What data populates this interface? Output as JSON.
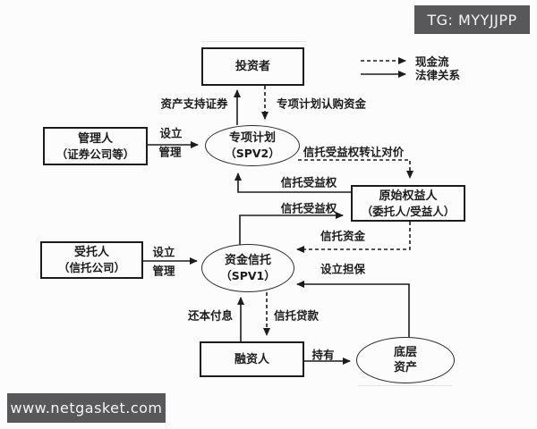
{
  "overlays": {
    "tg_badge": "TG: MYYJJPP",
    "watermark": "www.netgasket.com"
  },
  "legend": {
    "cash_flow": "现金流",
    "legal_relation": "法律关系"
  },
  "nodes": {
    "investors": {
      "lines": [
        "投资者"
      ]
    },
    "manager": {
      "lines": [
        "管理人",
        "（证券公司等）"
      ]
    },
    "spv2": {
      "lines": [
        "专项计划",
        "（SPV2）"
      ]
    },
    "original_holder": {
      "lines": [
        "原始权益人",
        "（委托人/受益人）"
      ]
    },
    "trustee": {
      "lines": [
        "受托人",
        "（信托公司）"
      ]
    },
    "spv1": {
      "lines": [
        "资金信托",
        "（SPV1）"
      ]
    },
    "financier": {
      "lines": [
        "融资人"
      ]
    },
    "underlying_asset": {
      "lines": [
        "底层",
        "资产"
      ]
    }
  },
  "edges": {
    "abs_securities": "资产支持证券",
    "subscription": "专项计划认购资金",
    "establish_1": "设立",
    "manage_1": "管理",
    "transfer_price": "信托受益权转让对价",
    "beneficiary_to_spv2": "信托受益权",
    "beneficiary_to_holder": "信托受益权",
    "trust_funds": "信托资金",
    "establish_2": "设立",
    "manage_2": "管理",
    "guarantee": "设立担保",
    "repay_principal": "还本付息",
    "trust_loan": "信托贷款",
    "hold": "持有"
  },
  "colors": {
    "line": "#1c1c1c",
    "overlay_bg": "#58585b",
    "background": "#fcfcfc"
  }
}
